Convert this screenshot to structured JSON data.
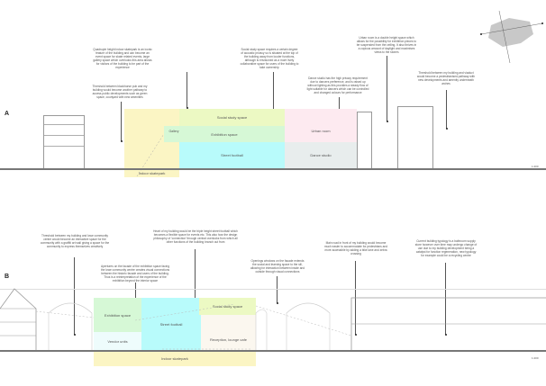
{
  "section_a": {
    "label": "A",
    "scale": "1:200",
    "zones": {
      "social_study": "Social study space",
      "gallery": "Gallery",
      "exhibition": "Exhibition space",
      "street_football": "Street football",
      "urban_room": "Urban room",
      "dance_studio": "Dance studio",
      "indoor_skatepark": "Indoor skatepark"
    },
    "notes": {
      "threshold": "Threshold between blackhorse pub and my building would become another pathway to access public developments such as green space, courtyard with new amenities",
      "quadruple": "Quadruple height indoor skatepark is an iconic feature of the building and can become an event space for skate related events, large gallery space which overlooks this area allows for visitors of the building to be part of the experience",
      "social": "Social study space requires a certain degree of acoustic privacy so is situated at the top of the building away from louder functions, although is envisioned as a more lively collaborative space for users of the building to take ownership",
      "dance": "Dance studio has the high privacy requirement due to dancers preference, and is raised up without lighting as this provides a steady flow of light suitable for dancers which can be controlled and changed colours for performance",
      "urban": "Urban room is a double height space which allows for the possibility for exhibition pieces to be suspended from the ceiling. It also thrives in a copious amount of daylight and maximises views to the stones",
      "threshold_viaduct": "Threshold between my building and viaduct would become a pedestrianised pathway with new developments and amenity underneath arches"
    }
  },
  "section_b": {
    "label": "B",
    "scale": "1:200",
    "zones": {
      "exhibition": "Exhibition space",
      "vendor": "Vendor units",
      "street_football": "Street football",
      "social_study": "Social study space",
      "reception": "Reception, lounge cafe",
      "indoor_skatepark": "Indoor skatepark"
    },
    "notes": {
      "threshold": "Threshold between my building and lowe community centre would become an interactive space for the community with a graffiti art wall giving a space for the community to express themselves creatively",
      "apertures": "Apertures on the facade of the exhibition space facing the lowe community centre creates visual connections between the historic facade and users of the building. Thus is a reinterpretation of the experience of the exhibition beyond the interior space",
      "heart": "Heart of my building would be the triple height street football which becomes a flexible space for events etc. This also how the design philosophy of 'connection' through central overlooks from which all other functions of the building branch out from",
      "openings": "Openings windows on the facade extends the social and learning space to the sill, allowing for interaction between inside and outside through visual connections",
      "main_road": "Main road in front of my building would become much easier to accommodate for pedestrians and more accessible by adding a bike lane and zebra crossing",
      "current": "Current building typology is a bathroom supply store however over time may undergo change of use due to my building development being a catalyst for function regeneration, new typology for example could be a recycling centre"
    }
  },
  "colors": {
    "yellow": "#fbf5c4",
    "lime": "#ecf9c3",
    "green": "#d6f8d6",
    "cyan": "#b8fbfb",
    "pink": "#fdeaf0",
    "gray": "#e8eded",
    "cream": "#fbf7ef"
  }
}
